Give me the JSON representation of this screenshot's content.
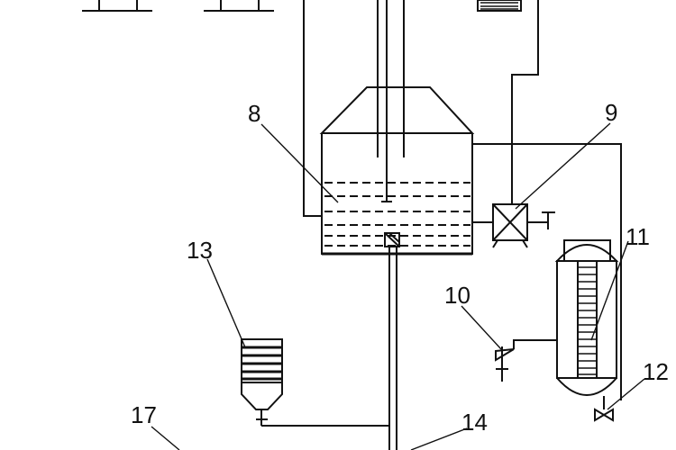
{
  "diagram": {
    "labels": {
      "l8": "8",
      "l9": "9",
      "l10": "10",
      "l11": "11",
      "l12": "12",
      "l13": "13",
      "l14": "14",
      "l17": "17"
    }
  }
}
